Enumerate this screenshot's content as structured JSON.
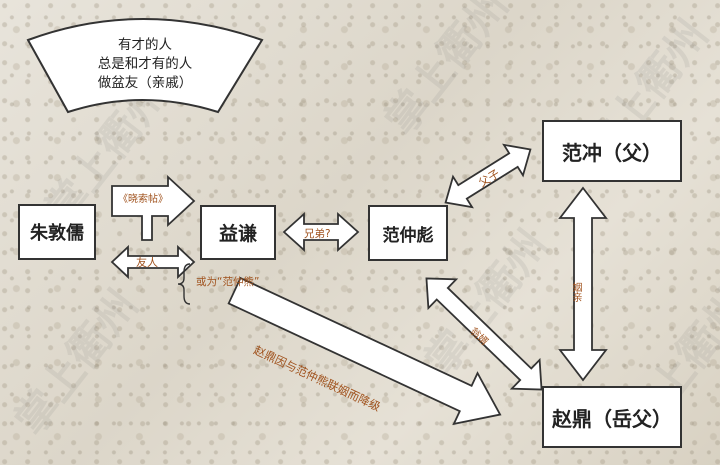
{
  "quote": {
    "line1": "有才的人",
    "line2": "总是和才有的人",
    "line3": "做盆友（亲戚）"
  },
  "nodes": {
    "zhu_dunru": "朱敦儒",
    "yi_qian": "益谦",
    "fan_zhongbiao": "范仲彪",
    "fan_chong": "范冲（父）",
    "zhao_ding": "赵鼎（岳父）"
  },
  "labels": {
    "xiqiu_tie": "《晓索帖》",
    "youren": "友人",
    "huowei": "或为“范仲熊”",
    "xiongdi": "兄弟?",
    "fuzi": "父子",
    "yinqin": "姻亲",
    "wengxu": "翁婿",
    "big_arrow": "赵鼎因与范仲熊联姻而降级"
  },
  "watermark": "掌上衢州",
  "colors": {
    "text_accent": "#a0521d",
    "border": "#333333",
    "box_fill": "#ffffff"
  }
}
